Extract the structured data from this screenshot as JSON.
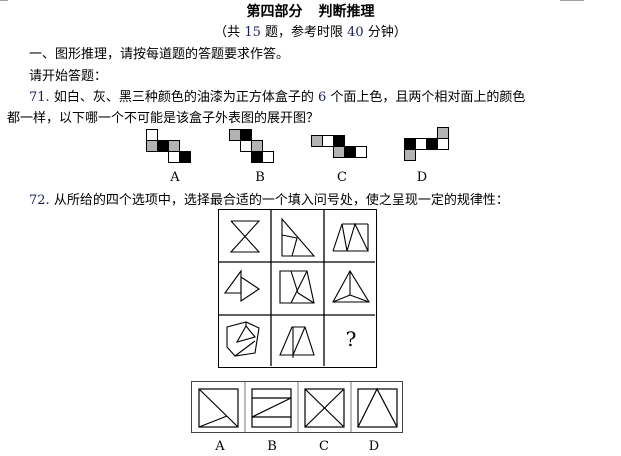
{
  "header": {
    "title_part1": "第四部分",
    "title_part2": "判断推理",
    "subtitle_prefix": "（共 ",
    "subtitle_count": "15",
    "subtitle_mid": " 题，参考时限 ",
    "subtitle_minutes": "40",
    "subtitle_suffix": " 分钟）"
  },
  "instructions": {
    "section": "一、图形推理，请按每道题的答题要求作答。",
    "start": "请开始答题："
  },
  "q71": {
    "number": "71.",
    "text_line1_a": " 如白、灰、黑三种颜色的油漆为正方体盒子的 ",
    "text_line1_num": "6",
    "text_line1_b": " 个面上色，且两个相对面上的颜色",
    "text_line2": "都一样，以下哪一个不可能是该盒子外表图的展开图？",
    "options": [
      {
        "label": "A",
        "cells": [
          [
            0,
            0,
            "w"
          ],
          [
            0,
            1,
            "g"
          ],
          [
            1,
            1,
            "k"
          ],
          [
            2,
            1,
            "g"
          ],
          [
            2,
            2,
            "w"
          ],
          [
            3,
            2,
            "k"
          ]
        ]
      },
      {
        "label": "B",
        "cells": [
          [
            0,
            0,
            "g"
          ],
          [
            1,
            0,
            "k"
          ],
          [
            1,
            1,
            "w"
          ],
          [
            2,
            1,
            "g"
          ],
          [
            2,
            2,
            "k"
          ],
          [
            3,
            2,
            "w"
          ]
        ]
      },
      {
        "label": "C",
        "cells": [
          [
            0,
            0,
            "g"
          ],
          [
            1,
            0,
            "w"
          ],
          [
            2,
            0,
            "k"
          ],
          [
            2,
            1,
            "g"
          ],
          [
            3,
            1,
            "k"
          ],
          [
            4,
            1,
            "w"
          ]
        ]
      },
      {
        "label": "D",
        "cells": [
          [
            3,
            0,
            "g"
          ],
          [
            0,
            1,
            "k"
          ],
          [
            1,
            1,
            "w"
          ],
          [
            2,
            1,
            "k"
          ],
          [
            3,
            1,
            "w"
          ],
          [
            0,
            2,
            "g"
          ]
        ]
      }
    ]
  },
  "q72": {
    "number": "72.",
    "text": " 从所给的四个选项中，选择最合适的一个填入问号处，使之呈现一定的规律性：",
    "question_mark": "?",
    "answer_labels": [
      "A",
      "B",
      "C",
      "D"
    ]
  }
}
